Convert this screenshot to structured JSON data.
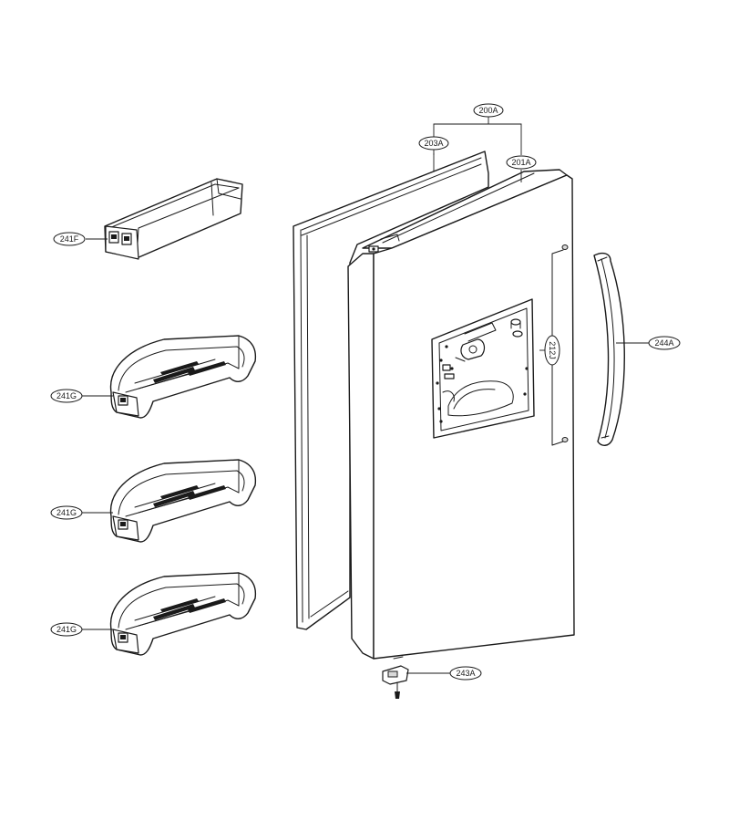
{
  "callouts": {
    "c200A": "200A",
    "c203A": "203A",
    "c201A": "201A",
    "c241F": "241F",
    "c212J": "212J",
    "c244A": "244A",
    "c241G_1": "241G",
    "c241G_2": "241G",
    "c241G_3": "241G",
    "c243A": "243A"
  },
  "colors": {
    "line": "#1a1a1a",
    "background": "#ffffff"
  }
}
